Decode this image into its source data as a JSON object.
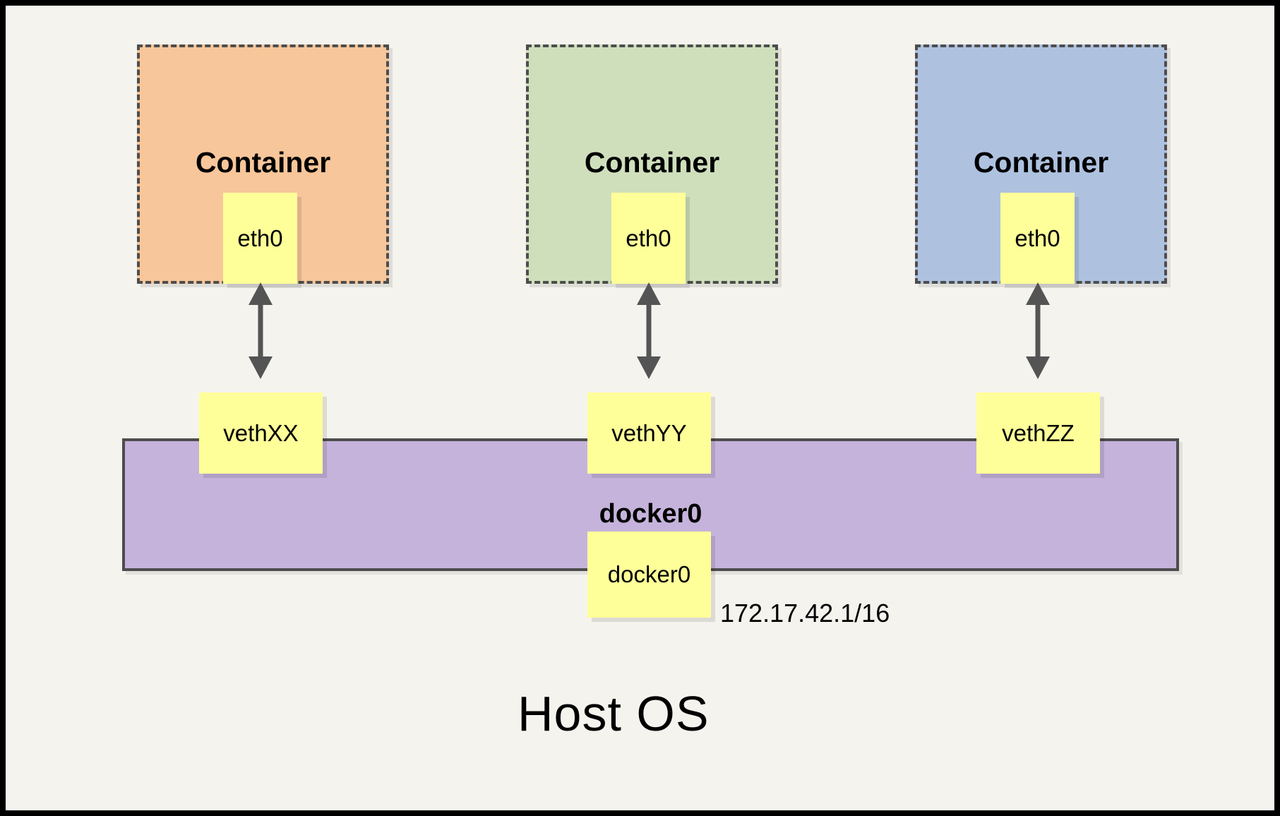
{
  "diagram": {
    "title_text": "Host OS",
    "background_color": "#f4f3ee",
    "border_color": "#000000",
    "containers": [
      {
        "label": "Container",
        "fill": "#f7c69a",
        "iface": {
          "label": "eth0",
          "fill": "#ffff99"
        }
      },
      {
        "label": "Container",
        "fill": "#cfdfbc",
        "iface": {
          "label": "eth0",
          "fill": "#ffff99"
        }
      },
      {
        "label": "Container",
        "fill": "#aec2e0",
        "iface": {
          "label": "eth0",
          "fill": "#ffff99"
        }
      }
    ],
    "veths": [
      {
        "label": "vethXX"
      },
      {
        "label": "vethYY"
      },
      {
        "label": "vethZZ"
      }
    ],
    "bridge": {
      "label": "docker0",
      "fill": "#c5b3db",
      "border_color": "#4d4d4d",
      "iface": {
        "label": "docker0",
        "fill": "#ffff99"
      },
      "ip_address": "172.17.42.1/16"
    },
    "arrows": {
      "color": "#545454",
      "kind": "double-headed-vertical",
      "count": 3
    }
  }
}
